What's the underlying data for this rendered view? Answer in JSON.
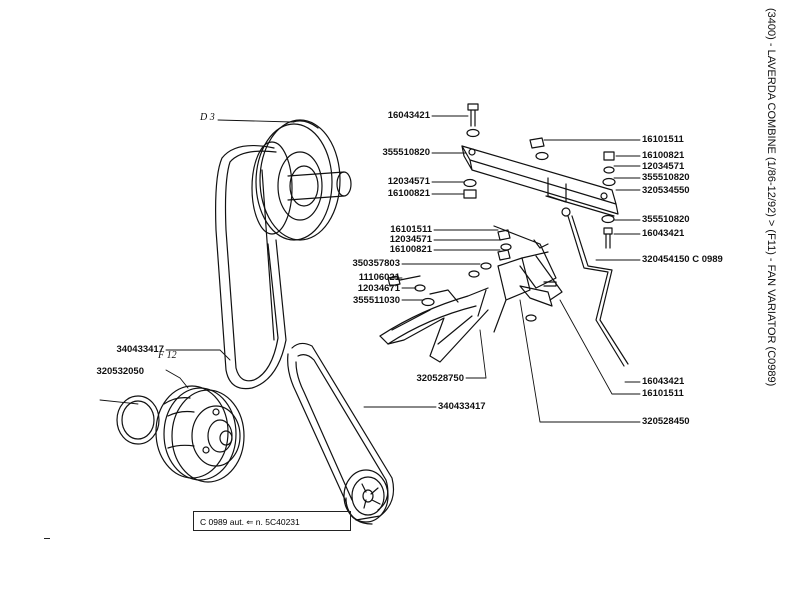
{
  "title": "(3400) - LAVERDA COMBINE (1/86-12/92) > (F11) - FAN VARIATOR (C0989)",
  "group_labels": {
    "d3": "D 3",
    "f12": "F 12"
  },
  "note": "C 0989 aut. ⇐ n. 5C40231",
  "parts": {
    "p1": "16043421",
    "p2": "16101511",
    "p3": "355510820",
    "p4": "16100821",
    "p5": "12034571",
    "p6": "355510820",
    "p7": "12034571",
    "p8": "320534550",
    "p9": "16100821",
    "p10": "355510820",
    "p11": "16101511",
    "p12": "16043421",
    "p13": "12034571",
    "p14": "16100821",
    "p15": "320454150 C 0989",
    "p16": "350357803",
    "p17": "11106021",
    "p18": "12034671",
    "p19": "355511030",
    "p20": "340433417",
    "p21": "320532050",
    "p22": "320528750",
    "p23": "16043421",
    "p24": "16101511",
    "p25": "340433417",
    "p26": "320528450"
  }
}
